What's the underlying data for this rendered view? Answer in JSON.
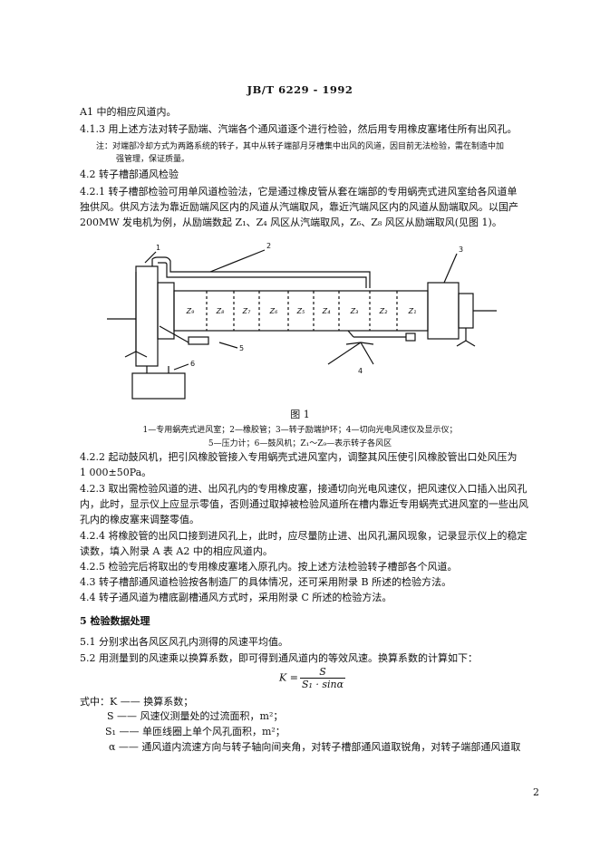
{
  "header": "JB/T 6229 - 1992",
  "lines": {
    "l01": "A1 中的相应风道内。",
    "l02": "4.1.3  用上述方法对转子励端、汽端各个通风道逐个进行检验，然后用专用橡皮塞堵住所有出风孔。",
    "l03": "注：对端部冷却方式为两路系统的转子，其中从转子端部月牙槽集中出风的风道，因目前无法检验，需在制造中加",
    "l04": "强管理，保证质量。",
    "l05": "4.2  转子槽部通风检验",
    "l06": "4.2.1  转子槽部检验可用单风道检验法，它是通过橡皮管从套在端部的专用蜗壳式进风室给各风道单",
    "l07": "独供风。供风方法为靠近励端风区内的风道从汽端取风，靠近汽端风区内的风道从励端取风。以国产",
    "l08": "200MW 发电机为例，从励端数起 Z₁、Z₄ 风区从汽端取风，Z₆、Z₈ 风区从励端取风(见图 1)。",
    "l09": "4.2.2  起动鼓风机，把引风橡胶管接入专用蜗壳式进风室内，调整其风压使引风橡胶管出口处风压为",
    "l10": "1 000±50Pa。",
    "l11": "4.2.3  取出需检验风道的进、出风孔内的专用橡皮塞，接通切向光电风速仪，把风速仪入口插入出风孔",
    "l12": "内，此时，显示仪上应显示零值，否则通过取掉被检验风道所在槽内靠近专用蜗壳式进风室的一些出风",
    "l13": "孔内的橡皮塞来调整零值。",
    "l14": "4.2.4  将橡胶管的出风口接到进风孔上，此时，应尽量防止进、出风孔漏风现象，记录显示仪上的稳定",
    "l15": "读数，填入附录 A 表 A2 中的相应风道内。",
    "l16": "4.2.5  检验完后将取出的专用橡皮塞堵入原孔内。按上述方法检验转子槽部各个风道。",
    "l17": "4.3  转子槽部通风道检验按各制造厂的具体情况，还可采用附录 B 所述的检验方法。",
    "l18": "4.4  转子通风道为槽底副槽通风方式时，采用附录 C 所述的检验方法。",
    "l19": "5   检验数据处理",
    "l20": "5.1  分别求出各风区风孔内测得的风速平均值。",
    "l21": "5.2  用测量到的风速乘以换算系数，即可得到通风道内的等效风速。换算系数的计算如下：",
    "l22": "式中：K —— 换算系数；",
    "l23": "S —— 风速仪测量处的过流面积，m²；",
    "l24": "S₁ —— 单匝线圈上单个风孔面积，m²；",
    "l25": "α —— 通风道内流速方向与转子轴向间夹角，对转子槽部通风道取锐角，对转子端部通风道取"
  },
  "formula": {
    "lhs": "K =",
    "numerator": "S",
    "denominator": "S₁ · sinα"
  },
  "figure": {
    "callouts": [
      "1",
      "2",
      "3",
      "4",
      "5",
      "6"
    ],
    "zones": [
      "Z₉",
      "Z₈",
      "Z₇",
      "Z₆",
      "Z₅",
      "Z₄",
      "Z₃",
      "Z₂",
      "Z₁"
    ],
    "title": "图 1",
    "caption1": "1—专用蜗壳式进风室；2—橡胶管；3—转子励端护环；4—切向光电风速仪及显示仪；",
    "caption2": "5—压力计；6—鼓风机；Z₁～Z₉—表示转子各风区"
  },
  "page_number": "2"
}
